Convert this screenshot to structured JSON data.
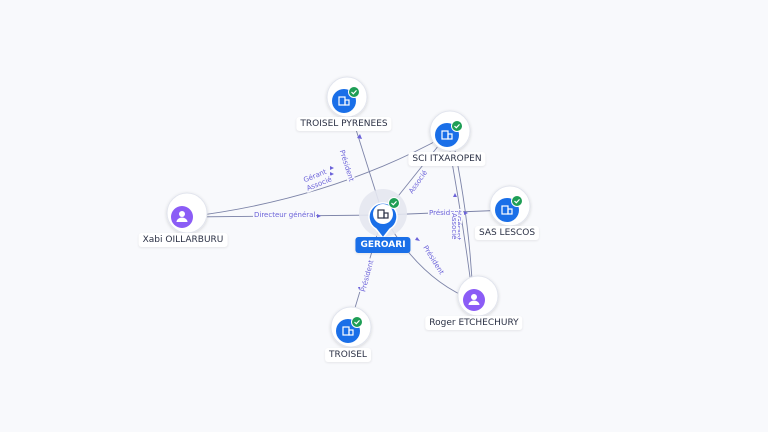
{
  "nodes": {
    "geroari": {
      "label": "GEROARI",
      "type": "company",
      "verified": true
    },
    "troisel_pyrenees": {
      "label": "TROISEL PYRENEES",
      "type": "company",
      "verified": true
    },
    "sci_itxaropen": {
      "label": "SCI ITXAROPEN",
      "type": "company",
      "verified": true
    },
    "sas_lescos": {
      "label": "SAS LESCOS",
      "type": "company",
      "verified": true
    },
    "troisel": {
      "label": "TROISEL",
      "type": "company",
      "verified": true
    },
    "xabi": {
      "label": "Xabi OILLARBURU",
      "type": "person"
    },
    "roger": {
      "label": "Roger ETCHECHURY",
      "type": "person"
    }
  },
  "edges": {
    "xabi_geroari": "Directeur général",
    "geroari_troisel_pyrenees": "Président",
    "xabi_itxaropen_1": "Gérant",
    "xabi_itxaropen_2": "Associé",
    "geroari_itxaropen": "Associé",
    "geroari_lescos": "Président",
    "roger_itxaropen_1": "Gérant",
    "roger_itxaropen_2": "Associé",
    "geroari_roger": "Président",
    "geroari_troisel": "Président"
  },
  "colors": {
    "company": "#1a6fe8",
    "person": "#8b5cf6",
    "verified": "#1e9e55",
    "edge": "#7d84a8",
    "edge_label": "#6c63d9"
  }
}
